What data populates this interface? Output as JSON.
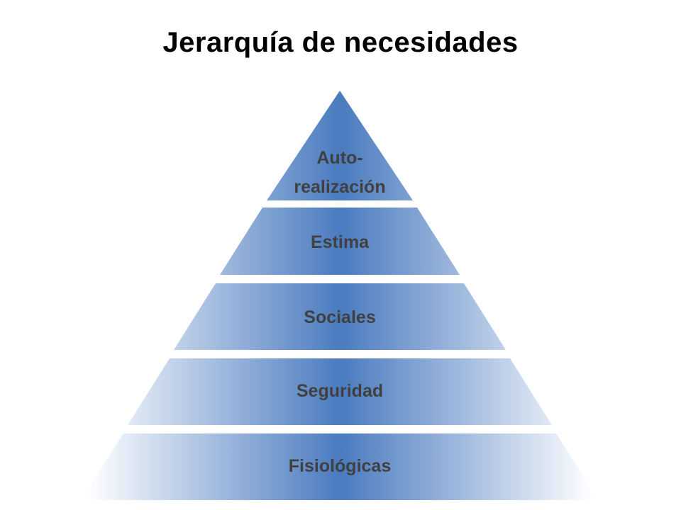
{
  "title": "Jerarquía de necesidades",
  "levels": [
    {
      "lines": [
        "Auto-",
        "realización"
      ]
    },
    {
      "lines": [
        "Estima"
      ]
    },
    {
      "lines": [
        "Sociales"
      ]
    },
    {
      "lines": [
        "Seguridad"
      ]
    },
    {
      "lines": [
        "Fisiológicas"
      ]
    }
  ],
  "colors": {
    "band_center": "#4a7bbf",
    "band_edge": "#ffffff",
    "text": "#404040"
  }
}
